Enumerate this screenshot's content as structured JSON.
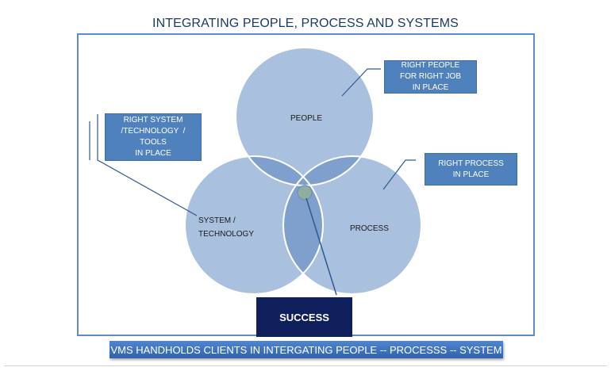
{
  "title": "INTEGRATING PEOPLE, PROCESS AND SYSTEMS",
  "colors": {
    "title_text": "#1f3864",
    "frame_border": "#5b8bd0",
    "circle_fill": "#a9c0de",
    "overlap_fill": "#7f9fcc",
    "center_fill": "#8fae9e",
    "callout_fill": "#4f81bd",
    "success_fill": "#0f1f5c",
    "banner_fill": "#3f74bf",
    "connector": "#2e5a92"
  },
  "circles": {
    "people": {
      "label": "PEOPLE"
    },
    "system": {
      "label_line1": "SYSTEM /",
      "label_line2": "TECHNOLOGY"
    },
    "process": {
      "label": "PROCESS"
    }
  },
  "callouts": {
    "people": {
      "line1": "RIGHT PEOPLE",
      "line2": "FOR RIGHT JOB",
      "line3": "IN PLACE"
    },
    "system": {
      "line1": "RIGHT SYSTEM",
      "line2": "/TECHNOLOGY  /",
      "line3": "TOOLS",
      "line4": "IN PLACE"
    },
    "process": {
      "line1": "RIGHT PROCESS",
      "line2": "IN PLACE"
    }
  },
  "success_label": "SUCCESS",
  "banner_text": "VMS HANDHOLDS CLIENTS IN INTERGATING PEOPLE -- PROCESSS -- SYSTEM"
}
